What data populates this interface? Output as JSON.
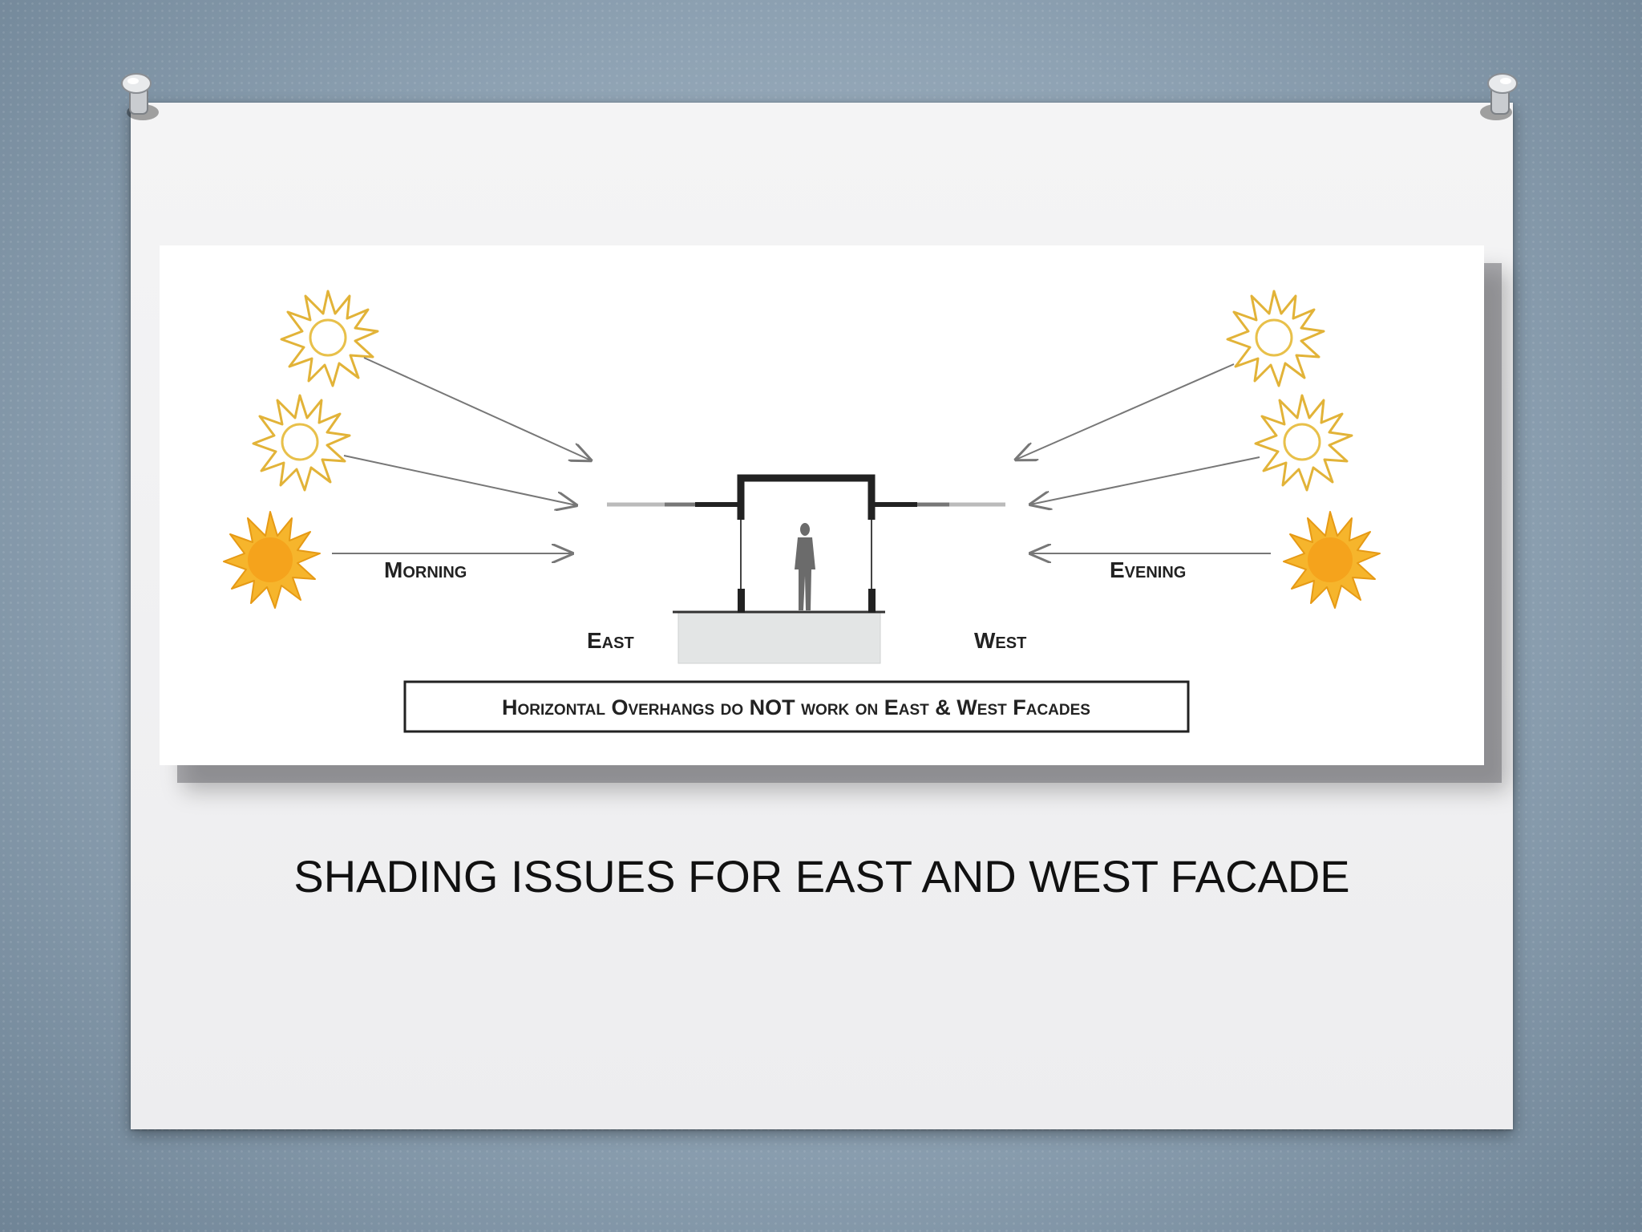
{
  "slide": {
    "title": "SHADING ISSUES FOR EAST AND WEST FACADE"
  },
  "diagram": {
    "morning_label": "Morning",
    "evening_label": "Evening",
    "east_label": "East",
    "west_label": "West",
    "caption": "Horizontal Overhangs do NOT work on East & West Facades"
  },
  "colors": {
    "background": "#8ea2b3",
    "paper": "#f0f0f2",
    "sun_outline": "#e3b43a",
    "sun_fill_low": "#f4a81e",
    "arrow": "#777777",
    "building": "#222222"
  },
  "icons": [
    "pushpin-icon",
    "sun-icon",
    "person-icon"
  ]
}
